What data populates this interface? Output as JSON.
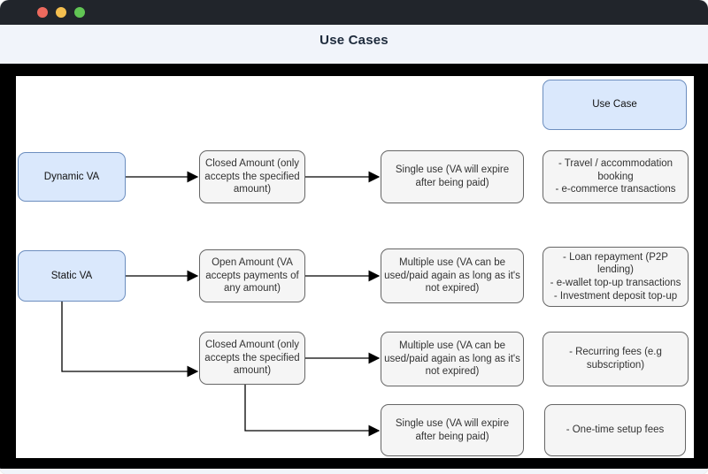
{
  "window": {
    "title": "Use Cases",
    "controls": {
      "close_color": "#ed6a5e",
      "minimize_color": "#f4bf4f",
      "zoom_color": "#61c554"
    },
    "titlebar_color": "#21252b",
    "header_bg_color": "#f1f4fa"
  },
  "diagram": {
    "colors": {
      "frame": "#000000",
      "blue_fill": "#dae8fc",
      "blue_border": "#6c8ebf",
      "gray_fill": "#f5f5f5",
      "gray_border": "#666666"
    },
    "nodes": [
      {
        "id": "use-case-header",
        "type": "blue",
        "label": "Use Case"
      },
      {
        "id": "dynamic-va",
        "type": "blue",
        "label": "Dynamic VA"
      },
      {
        "id": "static-va",
        "type": "blue",
        "label": "Static VA"
      },
      {
        "id": "closed-amount-row1",
        "type": "gray",
        "label": "Closed Amount (only accepts the specified amount)"
      },
      {
        "id": "single-use-row1",
        "type": "gray",
        "label": "Single use (VA will expire after being paid)"
      },
      {
        "id": "usecase-row1",
        "type": "gray",
        "label": "- Travel / accommodation booking\n- e-commerce transactions"
      },
      {
        "id": "open-amount-row2",
        "type": "gray",
        "label": "Open Amount (VA accepts payments of any amount)"
      },
      {
        "id": "multiple-use-row2",
        "type": "gray",
        "label": "Multiple use (VA can be used/paid again as long as it's not expired)"
      },
      {
        "id": "usecase-row2",
        "type": "gray",
        "label": "- Loan repayment (P2P lending)\n- e-wallet top-up transactions\n- Investment deposit top-up"
      },
      {
        "id": "closed-amount-row3",
        "type": "gray",
        "label": "Closed Amount (only accepts the specified amount)"
      },
      {
        "id": "multiple-use-row3",
        "type": "gray",
        "label": "Multiple use (VA can be used/paid again as long as it's not expired)"
      },
      {
        "id": "usecase-row3",
        "type": "gray",
        "label": "- Recurring fees (e.g subscription)"
      },
      {
        "id": "single-use-row4",
        "type": "gray",
        "label": "Single use (VA will expire after being paid)"
      },
      {
        "id": "usecase-row4",
        "type": "gray",
        "label": "- One-time setup fees"
      }
    ]
  }
}
